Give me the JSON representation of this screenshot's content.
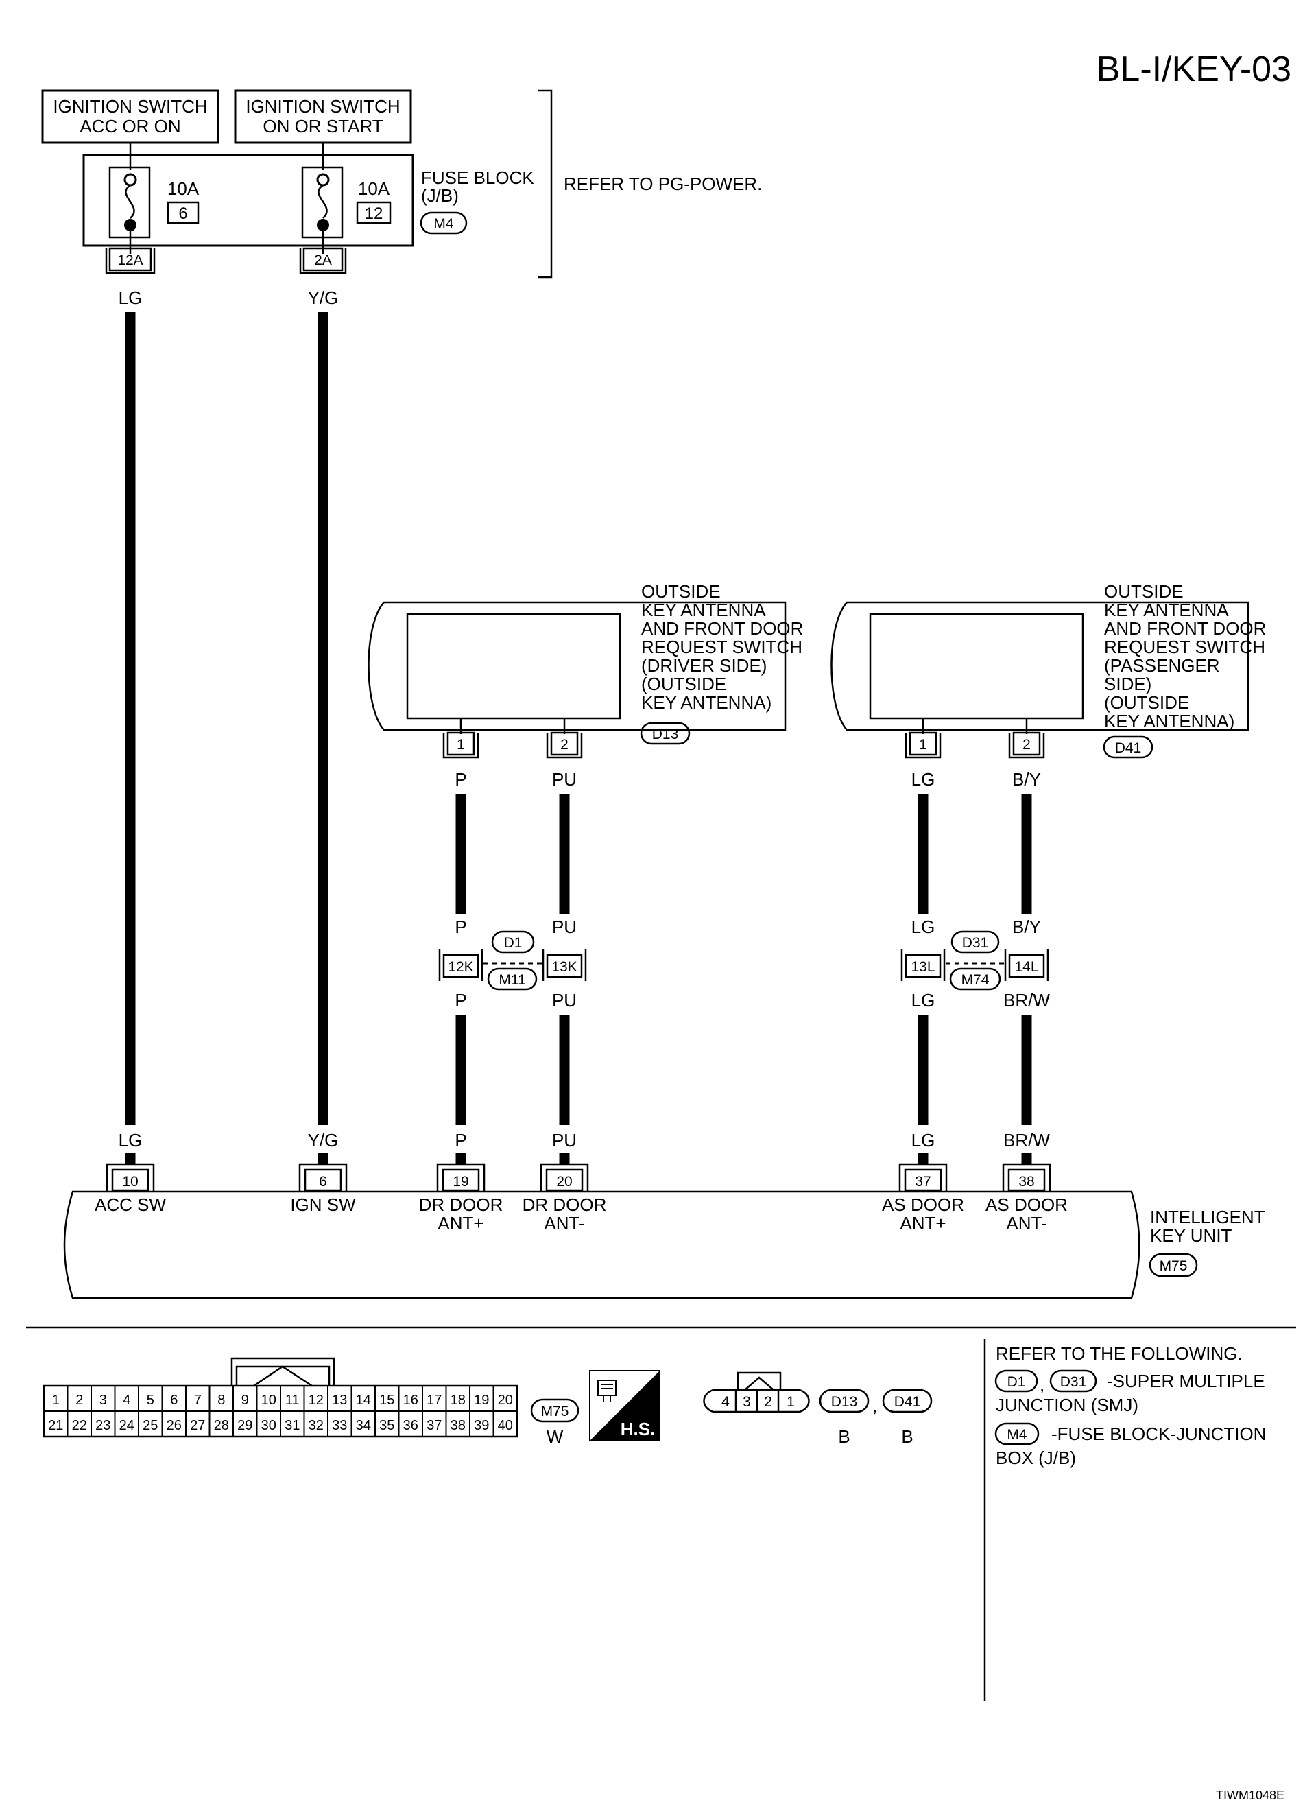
{
  "page_code": "BL-I/KEY-03",
  "figure_id": "TIWM1048E",
  "ignition_switches": [
    {
      "line1": "IGNITION SWITCH",
      "line2": "ACC OR ON"
    },
    {
      "line1": "IGNITION SWITCH",
      "line2": "ON OR START"
    }
  ],
  "fuse_block": {
    "label1": "FUSE BLOCK",
    "label2": "(J/B)",
    "connector": "M4",
    "refer_note": "REFER TO PG-POWER.",
    "fuses": [
      {
        "rating": "10A",
        "number": "6",
        "terminal": "12A",
        "wire_color": "LG"
      },
      {
        "rating": "10A",
        "number": "12",
        "terminal": "2A",
        "wire_color": "Y/G"
      }
    ]
  },
  "antennas": [
    {
      "name_lines": [
        "OUTSIDE",
        "KEY ANTENNA",
        "AND FRONT DOOR",
        "REQUEST SWITCH",
        "(DRIVER SIDE)",
        "(OUTSIDE",
        " KEY ANTENNA)"
      ],
      "connector": "D13",
      "terminals": [
        "1",
        "2"
      ],
      "wire_colors": [
        "P",
        "PU"
      ],
      "smj_pins": [
        "12K",
        "13K"
      ],
      "smj_connectors": [
        "D1",
        "M11"
      ],
      "lower_colors": [
        "P",
        "PU"
      ]
    },
    {
      "name_lines": [
        "OUTSIDE",
        "KEY ANTENNA",
        "AND FRONT DOOR",
        "REQUEST SWITCH",
        "(PASSENGER",
        " SIDE)",
        "(OUTSIDE",
        " KEY ANTENNA)"
      ],
      "connector": "D41",
      "terminals": [
        "1",
        "2"
      ],
      "wire_colors": [
        "LG",
        "B/Y"
      ],
      "smj_pins": [
        "13L",
        "14L"
      ],
      "smj_connectors": [
        "D31",
        "M74"
      ],
      "lower_colors": [
        "LG",
        "BR/W"
      ]
    }
  ],
  "key_unit": {
    "label1": "INTELLIGENT",
    "label2": "KEY UNIT",
    "connector": "M75",
    "terminals": [
      {
        "num": "10",
        "color": "LG",
        "name1": "ACC SW",
        "name2": ""
      },
      {
        "num": "6",
        "color": "Y/G",
        "name1": "IGN SW",
        "name2": ""
      },
      {
        "num": "19",
        "color": "P",
        "name1": "DR DOOR",
        "name2": "ANT+"
      },
      {
        "num": "20",
        "color": "PU",
        "name1": "DR DOOR",
        "name2": "ANT-"
      },
      {
        "num": "37",
        "color": "LG",
        "name1": "AS DOOR",
        "name2": "ANT+"
      },
      {
        "num": "38",
        "color": "BR/W",
        "name1": "AS DOOR",
        "name2": "ANT-"
      }
    ]
  },
  "connector_views": {
    "m75": {
      "row1": [
        "1",
        "2",
        "3",
        "4",
        "5",
        "6",
        "7",
        "8",
        "9",
        "10",
        "11",
        "12",
        "13",
        "14",
        "15",
        "16",
        "17",
        "18",
        "19",
        "20"
      ],
      "row2": [
        "21",
        "22",
        "23",
        "24",
        "25",
        "26",
        "27",
        "28",
        "29",
        "30",
        "31",
        "32",
        "33",
        "34",
        "35",
        "36",
        "37",
        "38",
        "39",
        "40"
      ],
      "id": "M75",
      "color": "W"
    },
    "hs_label": "H.S.",
    "small": {
      "pins": [
        "4",
        "3",
        "2",
        "1"
      ],
      "ids": [
        "D13",
        "D41"
      ],
      "colors": [
        "B",
        "B"
      ],
      "separator": ","
    }
  },
  "reference_box": {
    "title": "REFER TO THE FOLLOWING.",
    "smj_ids": [
      "D1",
      "D31"
    ],
    "smj_sep": ",",
    "smj_text1": "-SUPER MULTIPLE",
    "smj_text2": "JUNCTION (SMJ)",
    "jb_id": "M4",
    "jb_text1": "-FUSE BLOCK-JUNCTION",
    "jb_text2": "BOX (J/B)"
  }
}
